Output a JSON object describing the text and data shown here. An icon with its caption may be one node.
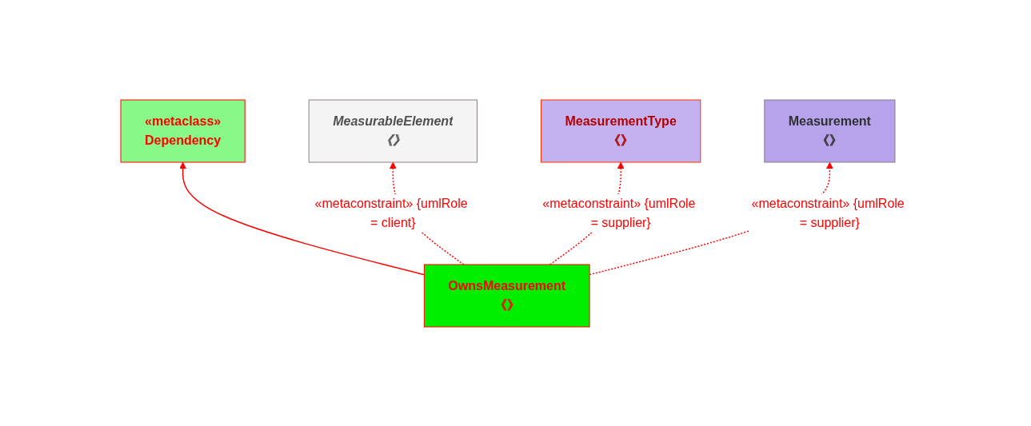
{
  "diagram": {
    "nodes": [
      {
        "text": [
          "«metaclass»",
          "Dependency"
        ]
      },
      {
        "text": [
          "MeasurableElement",
          "《》"
        ]
      },
      {
        "text": [
          "OwnsMeasurement",
          "《》"
        ]
      },
      {
        "text": [
          "MeasurementType",
          "《》"
        ]
      },
      {
        "text": [
          "Measurement",
          "《》"
        ]
      }
    ],
    "edges": [
      {
        "from": 2,
        "to": 0,
        "arrow": "to"
      },
      {
        "from": 2,
        "to": 1,
        "arrow": "to",
        "style": "dashed",
        "label": "«metaconstraint» {umlRole = client}"
      },
      {
        "from": 2,
        "to": 3,
        "arrow": "to",
        "style": "dashed",
        "label": "«metaconstraint» {umlRole = supplier}"
      },
      {
        "from": 2,
        "to": 4,
        "arrow": "to",
        "style": "dashed",
        "label": "«metaconstraint» {umlRole = supplier}"
      }
    ]
  }
}
